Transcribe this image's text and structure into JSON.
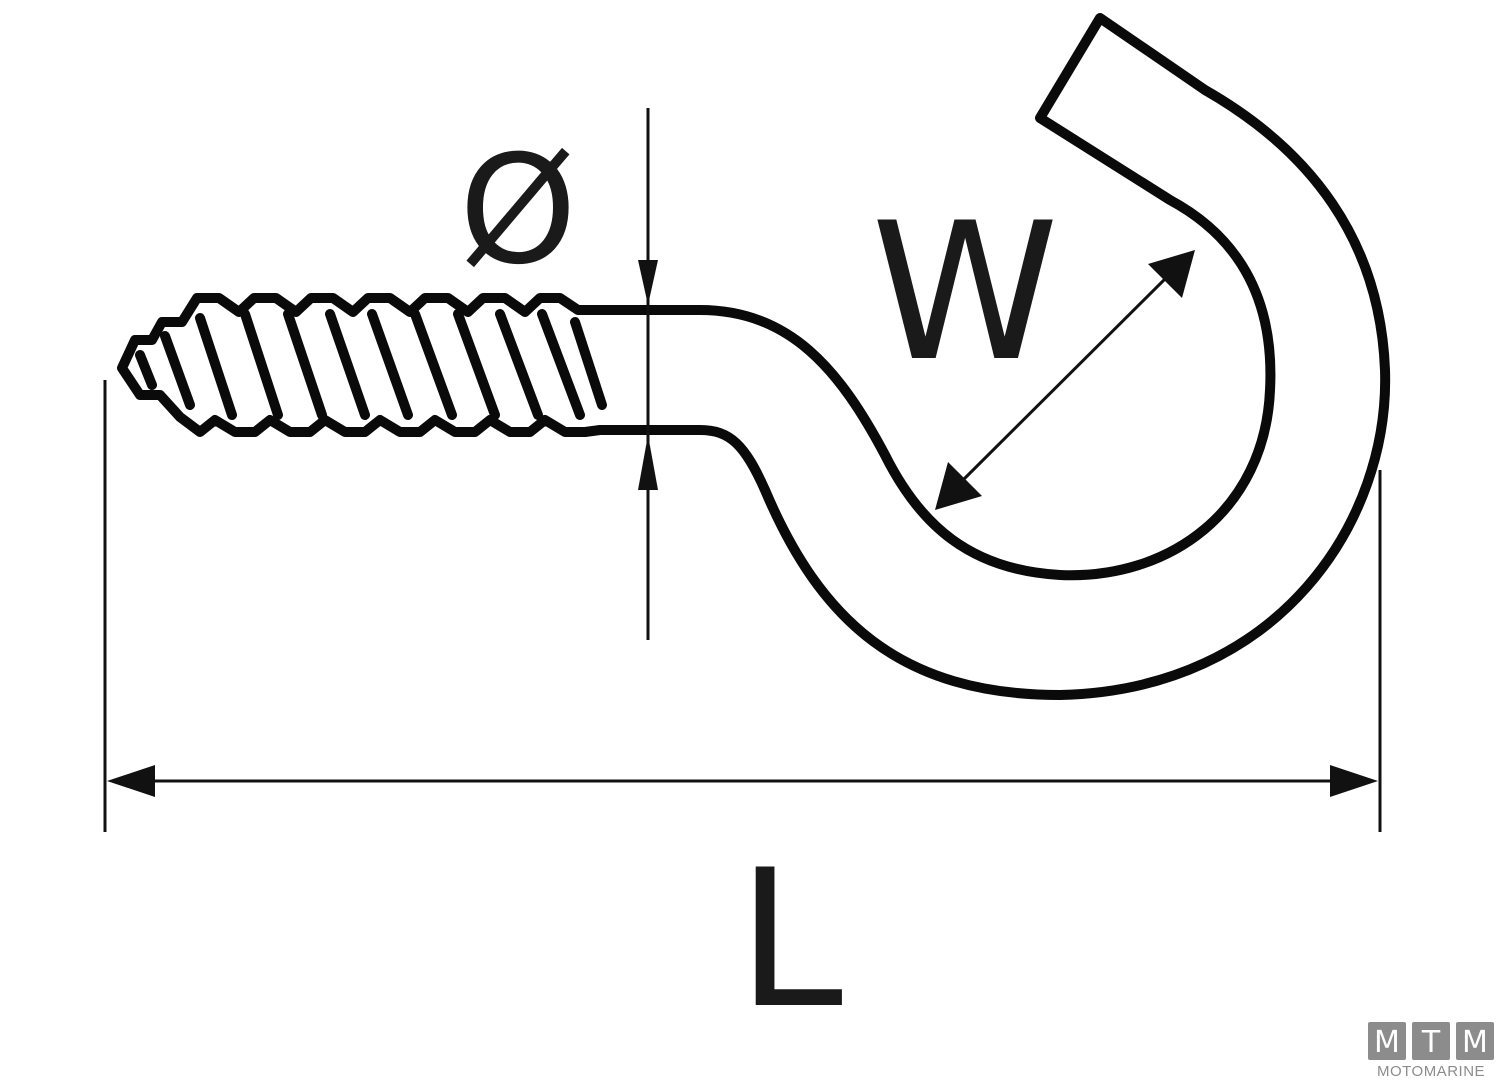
{
  "labels": {
    "diameter": "Ø",
    "width": "W",
    "length": "L"
  },
  "logo": {
    "letters": [
      "M",
      "T",
      "M"
    ],
    "subtitle": "MOTOMARINE"
  },
  "colors": {
    "line": "#0a0a0a",
    "logo": "#8c8c8c",
    "background": "#ffffff"
  }
}
